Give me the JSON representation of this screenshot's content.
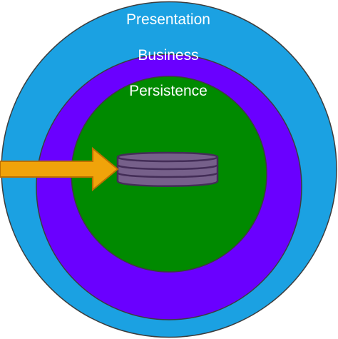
{
  "diagram": {
    "layers": [
      {
        "label": "Presentation",
        "color": "#1BA1E2"
      },
      {
        "label": "Business",
        "color": "#6A00FF"
      },
      {
        "label": "Persistence",
        "color": "#008A00"
      }
    ],
    "database": {
      "icon": "database-icon",
      "fill": "#76608A",
      "stroke": "#432D57"
    },
    "arrow": {
      "icon": "arrow-right-icon",
      "fill": "#F0A30A",
      "stroke": "#BD7000"
    },
    "outline_color": "#3D3D3D"
  }
}
